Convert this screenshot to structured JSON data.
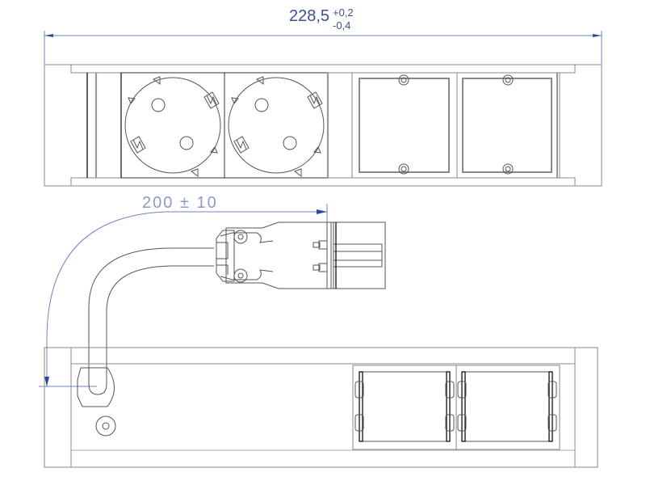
{
  "drawing": {
    "title": "Power strip technical drawing",
    "dimensions": {
      "overall_length": {
        "value": "228,5",
        "tolerance_upper": "+0,2",
        "tolerance_lower": "-0,4"
      },
      "cable_length": {
        "value": "200 ± 10"
      }
    },
    "colors": {
      "dimension_line": "#6f86c4",
      "dimension_text": "#3b4f9a",
      "outline": "#555555"
    },
    "top_view": {
      "modules": [
        {
          "type": "schuko-socket"
        },
        {
          "type": "schuko-socket"
        },
        {
          "type": "blank-cover-plate"
        },
        {
          "type": "blank-cover-plate"
        }
      ]
    },
    "connector": {
      "type": "plug-connector",
      "pins": 2
    },
    "side_view": {
      "modules": [
        {
          "type": "module-frame"
        },
        {
          "type": "module-frame"
        }
      ]
    }
  }
}
